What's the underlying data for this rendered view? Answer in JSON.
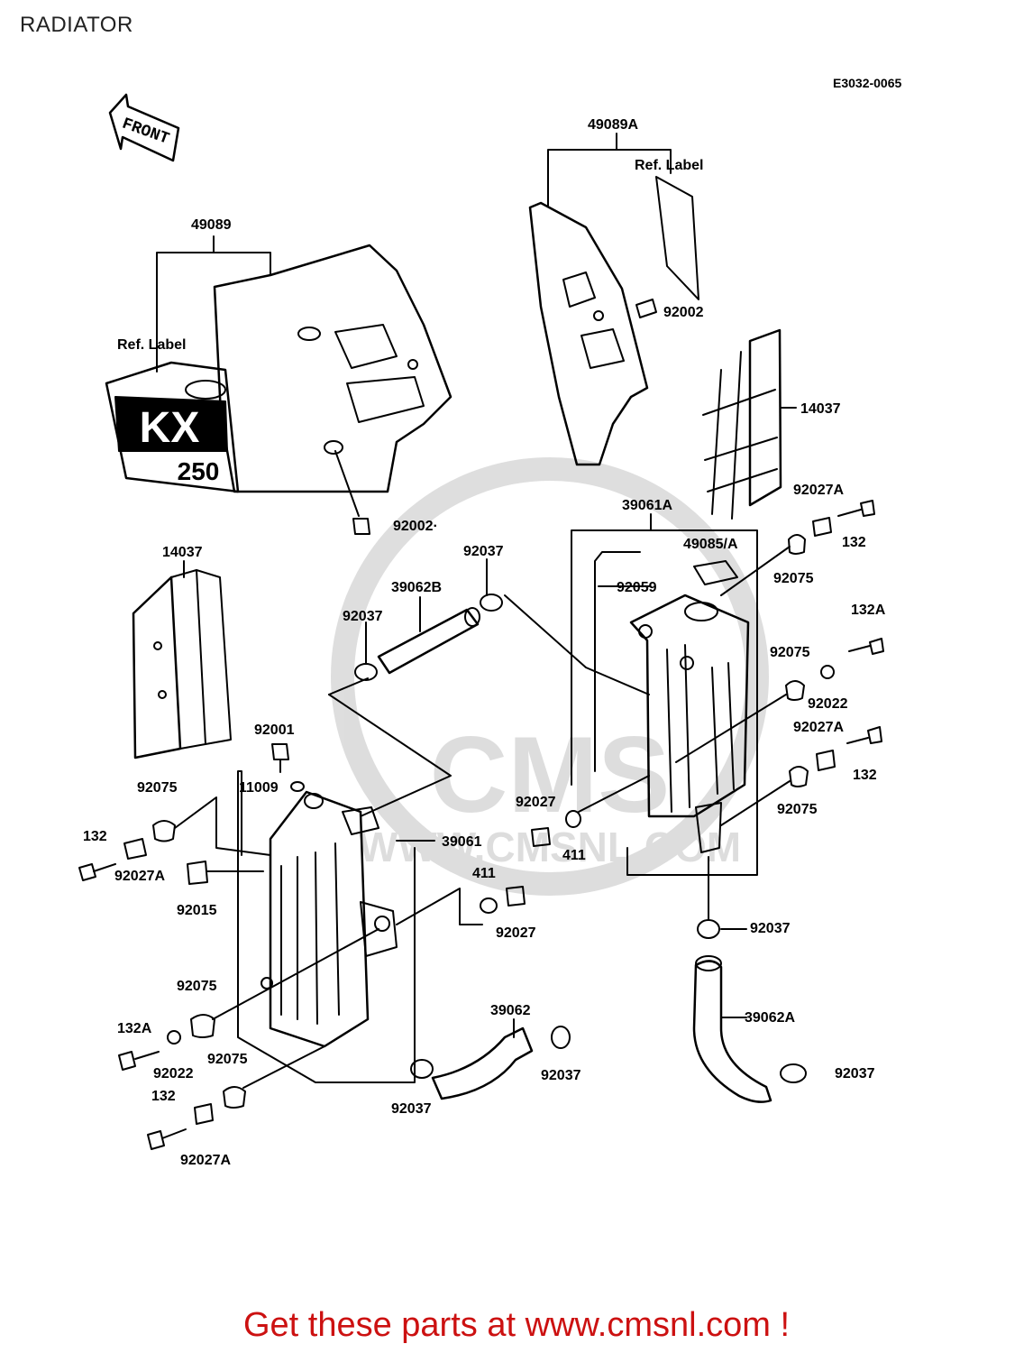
{
  "page": {
    "title": "RADIATOR",
    "diagram_code": "E3032-0065",
    "promo": "Get these parts at www.cmsnl.com !"
  },
  "graphics": {
    "front_arrow": "FRONT",
    "shroud_logo_top": "KX",
    "shroud_logo_bottom": "250",
    "watermark": "CMS",
    "watermark_url": "WWW.CMSNL.COM"
  },
  "labels": {
    "l49089": "49089",
    "l49089A": "49089A",
    "ref_label_left": "Ref. Label",
    "ref_label_right": "Ref. Label",
    "l92002_right": "92002",
    "l92002_left": "92002·",
    "l14037_right": "14037",
    "l14037_left": "14037",
    "l39061A": "39061A",
    "l92027A_tr": "92027A",
    "l132_tr": "132",
    "l49085A": "49085/A",
    "l92075_tr": "92075",
    "l92059": "92059",
    "l92037_top": "92037",
    "l39062B": "39062B",
    "l92037_mid": "92037",
    "l132A_r": "132A",
    "l92075_r": "92075",
    "l92022_r": "92022",
    "l92027A_r": "92027A",
    "l132_r": "132",
    "l92001": "92001",
    "l11009": "11009",
    "l92075_l": "92075",
    "l92027_c": "92027",
    "l411_c": "411",
    "l92075_r2": "92075",
    "l132_l": "132",
    "l92027A_l": "92027A",
    "l39061": "39061",
    "l92015": "92015",
    "l411_l": "411",
    "l92027_l": "92027",
    "l92037_r": "92037",
    "l92075_bl": "92075",
    "l39062": "39062",
    "l39062A": "39062A",
    "l132A_bl": "132A",
    "l92022_bl": "92022",
    "l92075_bl2": "92075",
    "l92037_b1": "92037",
    "l92037_b2": "92037",
    "l92037_br": "92037",
    "l132_bl": "132",
    "l92027A_bl": "92027A"
  }
}
